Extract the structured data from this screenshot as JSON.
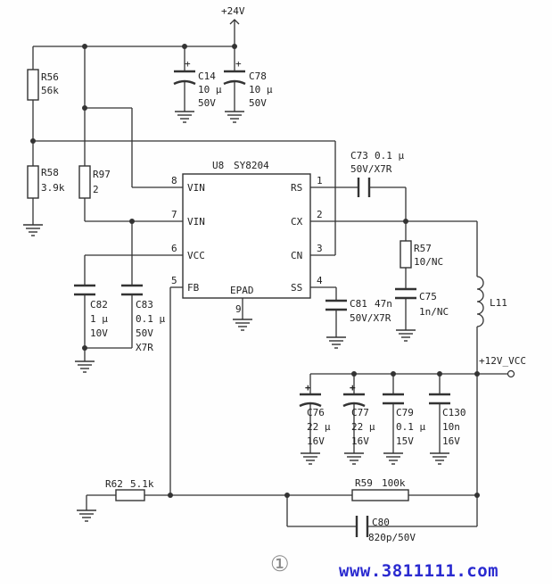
{
  "supply": {
    "vin": "+24V",
    "vout": "+12V_VCC"
  },
  "ic": {
    "designator": "U8",
    "part": "SY8204",
    "pad_label": "EPAD",
    "pins": [
      {
        "num": "8",
        "name": "VIN"
      },
      {
        "num": "7",
        "name": "VIN"
      },
      {
        "num": "6",
        "name": "VCC"
      },
      {
        "num": "5",
        "name": "FB"
      },
      {
        "num": "1",
        "name": "RS"
      },
      {
        "num": "2",
        "name": "CX"
      },
      {
        "num": "3",
        "name": "CN"
      },
      {
        "num": "4",
        "name": "SS"
      },
      {
        "num": "9",
        "name": ""
      }
    ]
  },
  "components": {
    "R56": {
      "ref": "R56",
      "value": "56k"
    },
    "R58": {
      "ref": "R58",
      "value": "3.9k"
    },
    "R97": {
      "ref": "R97",
      "value": "2"
    },
    "C14": {
      "ref": "C14",
      "v1": "10 µ",
      "v2": "50V"
    },
    "C78": {
      "ref": "C78",
      "v1": "10 µ",
      "v2": "50V"
    },
    "C73": {
      "ref": "C73",
      "v1": "0.1 µ",
      "v2": "50V/X7R"
    },
    "R57": {
      "ref": "R57",
      "value": "10/NC"
    },
    "C75": {
      "ref": "C75",
      "value": "1n/NC"
    },
    "L11": {
      "ref": "L11"
    },
    "C82": {
      "ref": "C82",
      "v1": "1 µ",
      "v2": "10V"
    },
    "C83": {
      "ref": "C83",
      "v1": "0.1 µ",
      "v2": "50V",
      "v3": "X7R"
    },
    "C81": {
      "ref": "C81",
      "v1": "47n",
      "v2": "50V/X7R"
    },
    "C76": {
      "ref": "C76",
      "v1": "22 µ",
      "v2": "16V"
    },
    "C77": {
      "ref": "C77",
      "v1": "22 µ",
      "v2": "16V"
    },
    "C79": {
      "ref": "C79",
      "v1": "0.1 µ",
      "v2": "15V"
    },
    "C130": {
      "ref": "C130",
      "v1": "10n",
      "v2": "16V"
    },
    "R62": {
      "ref": "R62",
      "value": "5.1k"
    },
    "R59": {
      "ref": "R59",
      "value": "100k"
    },
    "C80": {
      "ref": "C80",
      "value": "820p/50V"
    }
  },
  "footer": {
    "figure_mark": "①",
    "url": "www.3811111.com"
  },
  "colors": {
    "ink": "#333333",
    "url": "#2a2ad0"
  }
}
